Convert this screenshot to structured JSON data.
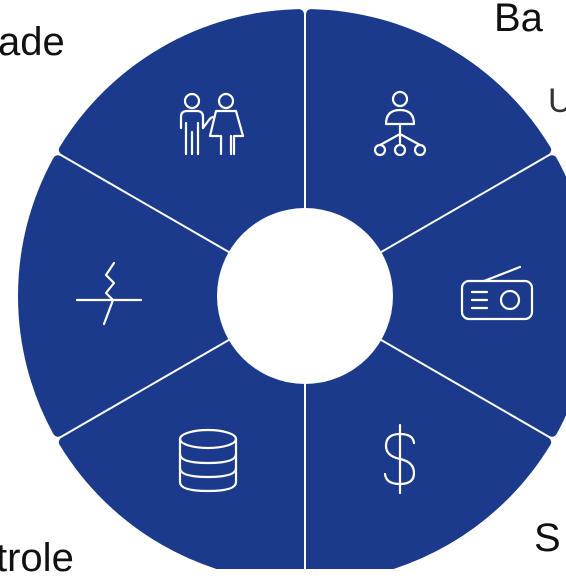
{
  "colors": {
    "segment_fill": "#1c3a8c",
    "segment_stroke": "#ffffff",
    "center_fill": "#ffffff",
    "icon_stroke": "#ffffff",
    "label_text": "#111111"
  },
  "segments": [
    {
      "name": "people-couple",
      "icon": "people-couple-icon"
    },
    {
      "name": "hierarchy-network",
      "icon": "hierarchy-network-icon"
    },
    {
      "name": "radio",
      "icon": "radio-icon"
    },
    {
      "name": "dollar",
      "icon": "dollar-icon"
    },
    {
      "name": "database",
      "icon": "database-icon"
    },
    {
      "name": "crack",
      "icon": "crack-icon"
    }
  ],
  "labels": {
    "top_left": "ade",
    "top_right": "Ba",
    "top_right_sub": "U",
    "bottom_left": "trole",
    "bottom_right": "S"
  }
}
